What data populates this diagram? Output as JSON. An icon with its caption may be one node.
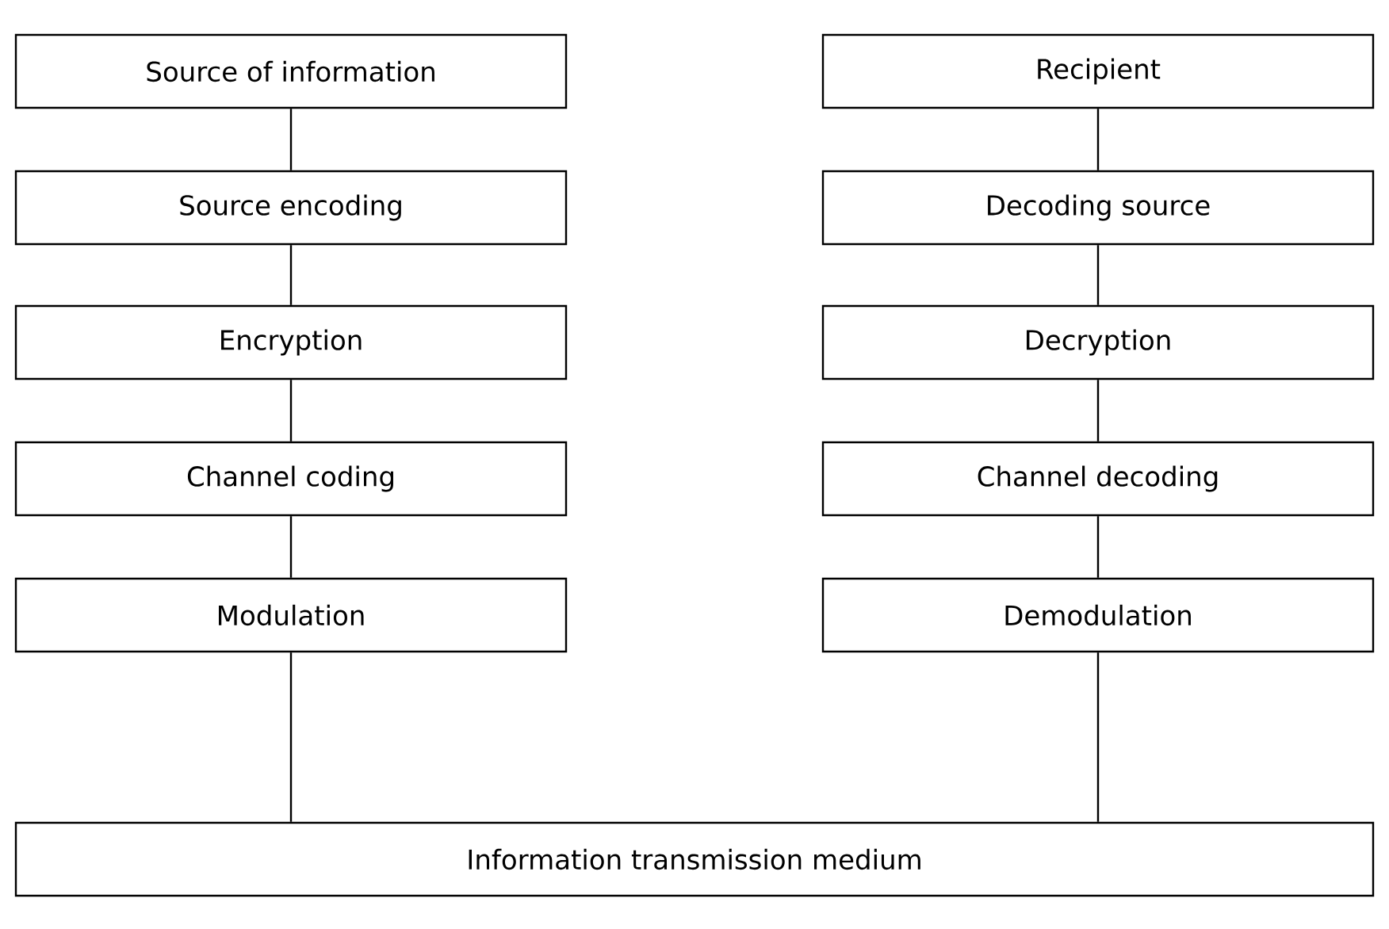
{
  "diagram": {
    "nodes": [
      {
        "text": [
          "Source of information"
        ]
      },
      {
        "text": [
          "Source encoding"
        ]
      },
      {
        "text": [
          "Encryption"
        ]
      },
      {
        "text": [
          "Channel coding"
        ]
      },
      {
        "text": [
          "Modulation"
        ]
      },
      {
        "text": [
          "Recipient"
        ]
      },
      {
        "text": [
          "Decoding source"
        ]
      },
      {
        "text": [
          "Decryption"
        ]
      },
      {
        "text": [
          "Channel decoding"
        ]
      },
      {
        "text": [
          "Demodulation"
        ]
      },
      {
        "text": [
          "Information transmission medium"
        ]
      }
    ],
    "edges": [
      {
        "from": 0,
        "to": 1,
        "arrow": "none"
      },
      {
        "from": 1,
        "to": 2,
        "arrow": "none"
      },
      {
        "from": 2,
        "to": 3,
        "arrow": "none"
      },
      {
        "from": 3,
        "to": 4,
        "arrow": "none"
      },
      {
        "from": 4,
        "to": 10,
        "arrow": "none"
      },
      {
        "from": 5,
        "to": 6,
        "arrow": "none"
      },
      {
        "from": 6,
        "to": 7,
        "arrow": "none"
      },
      {
        "from": 7,
        "to": 8,
        "arrow": "none"
      },
      {
        "from": 8,
        "to": 9,
        "arrow": "none"
      },
      {
        "from": 9,
        "to": 10,
        "arrow": "none"
      }
    ]
  }
}
